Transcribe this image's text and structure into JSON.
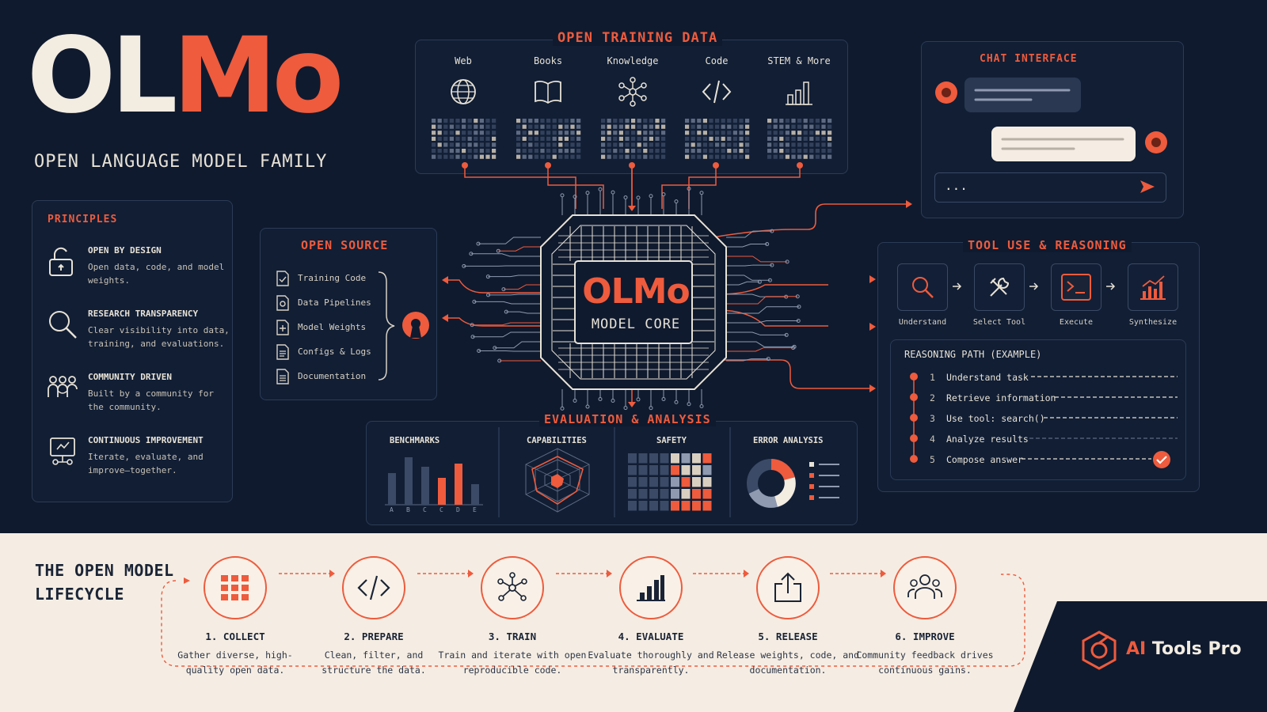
{
  "title": {
    "part1": "OL",
    "part2": "Mo",
    "subtitle": "OPEN LANGUAGE MODEL FAMILY"
  },
  "principles": {
    "title": "PRINCIPLES",
    "items": [
      {
        "heading": "OPEN BY DESIGN",
        "desc": "Open data, code, and model weights.",
        "icon": "unlocked-lock-icon"
      },
      {
        "heading": "RESEARCH TRANSPARENCY",
        "desc": "Clear visibility into data, training, and evaluations.",
        "icon": "magnifier-icon"
      },
      {
        "heading": "COMMUNITY DRIVEN",
        "desc": "Built by a community for the community.",
        "icon": "people-group-icon"
      },
      {
        "heading": "CONTINUOUS IMPROVEMENT",
        "desc": "Iterate, evaluate, and improve—together.",
        "icon": "improvement-screen-icon"
      }
    ]
  },
  "open_source": {
    "title": "OPEN SOURCE",
    "items": [
      "Training Code",
      "Data Pipelines",
      "Model Weights",
      "Configs & Logs",
      "Documentation"
    ]
  },
  "training_data": {
    "title": "OPEN TRAINING DATA",
    "sources": [
      {
        "label": "Web",
        "icon": "globe-icon"
      },
      {
        "label": "Books",
        "icon": "book-icon"
      },
      {
        "label": "Knowledge",
        "icon": "knowledge-graph-icon"
      },
      {
        "label": "Code",
        "icon": "code-icon"
      },
      {
        "label": "STEM & More",
        "icon": "bar-chart-icon"
      }
    ]
  },
  "core": {
    "title": "OLMo",
    "subtitle": "MODEL CORE"
  },
  "chat": {
    "title": "CHAT INTERFACE",
    "input_text": "..."
  },
  "tools": {
    "title": "TOOL USE & REASONING",
    "steps": [
      {
        "label": "Understand",
        "icon": "magnifier-icon"
      },
      {
        "label": "Select Tool",
        "icon": "tools-icon"
      },
      {
        "label": "Execute",
        "icon": "terminal-icon"
      },
      {
        "label": "Synthesize",
        "icon": "chart-icon"
      }
    ],
    "reasoning_title": "REASONING PATH (EXAMPLE)",
    "reasoning": [
      {
        "num": "1",
        "text": "Understand task"
      },
      {
        "num": "2",
        "text": "Retrieve information"
      },
      {
        "num": "3",
        "text": "Use tool: search()"
      },
      {
        "num": "4",
        "text": "Analyze results"
      },
      {
        "num": "5",
        "text": "Compose answer"
      }
    ]
  },
  "evaluation": {
    "title": "EVALUATION & ANALYSIS",
    "panels": [
      "BENCHMARKS",
      "CAPABILITIES",
      "SAFETY",
      "ERROR ANALYSIS"
    ],
    "benchmark_axis": [
      "A",
      "B",
      "C",
      "C",
      "D",
      "E"
    ]
  },
  "lifecycle": {
    "title_line1": "THE OPEN MODEL",
    "title_line2": "LIFECYCLE",
    "stages": [
      {
        "heading": "1. COLLECT",
        "desc": "Gather diverse, high-quality open data.",
        "icon": "grid-icon"
      },
      {
        "heading": "2. PREPARE",
        "desc": "Clean, filter, and structure the data.",
        "icon": "code-icon"
      },
      {
        "heading": "3. TRAIN",
        "desc": "Train and iterate with open reproducible code.",
        "icon": "network-icon"
      },
      {
        "heading": "4. EVALUATE",
        "desc": "Evaluate thoroughly and transparently.",
        "icon": "bar-chart-icon"
      },
      {
        "heading": "5. RELEASE",
        "desc": "Release weights, code, and documentation.",
        "icon": "upload-icon"
      },
      {
        "heading": "6. IMPROVE",
        "desc": "Community feedback drives continuous gains.",
        "icon": "community-icon"
      }
    ]
  },
  "brand": {
    "prefix": "AI",
    "suffix": " Tools Pro"
  },
  "colors": {
    "accent": "#ee5b3d",
    "navy": "#0f1a2e",
    "cream": "#f5ede3"
  }
}
